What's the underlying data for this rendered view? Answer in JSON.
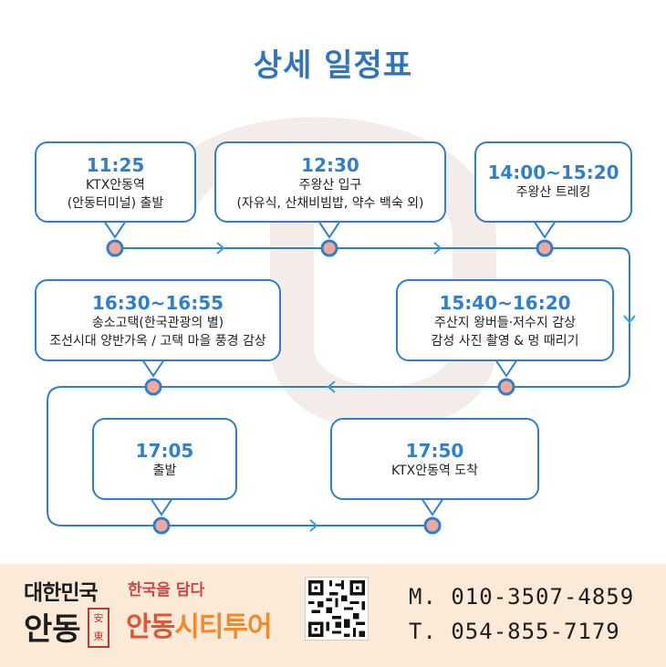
{
  "title": "상세 일정표",
  "schedule": [
    {
      "time": "11:25",
      "desc1": "KTX안동역",
      "desc2": "(안동터미널) 출발"
    },
    {
      "time": "12:30",
      "desc1": "주왕산 입구",
      "desc2": "(자유식, 산채비빔밥, 약수 백숙 외)"
    },
    {
      "time": "14:00~15:20",
      "desc1": "주왕산 트레킹",
      "desc2": ""
    },
    {
      "time": "15:40~16:20",
      "desc1": "주산지 왕버들·저수지 감상",
      "desc2": "감성 사진 촬영 & 멍 때리기"
    },
    {
      "time": "16:30~16:55",
      "desc1": "송소고택(한국관광의 별)",
      "desc2": "조선시대 양반가옥 / 고택 마을 풍경 감상"
    },
    {
      "time": "17:05",
      "desc1": "출발",
      "desc2": ""
    },
    {
      "time": "17:50",
      "desc1": "KTX안동역 도착",
      "desc2": ""
    }
  ],
  "footer": {
    "logo_top": "대한민국",
    "logo_big": "안동",
    "logo_seal": "安東",
    "slogan": "한국을 담다",
    "brand_part1": "안동",
    "brand_part2": "시티투어",
    "phone_mobile": "M. 010-3507-4859",
    "phone_tel": "T. 054-855-7179"
  },
  "colors": {
    "accent": "#2f7fcf",
    "dot": "#f2a89b",
    "footer_bg": "#fbead7"
  }
}
